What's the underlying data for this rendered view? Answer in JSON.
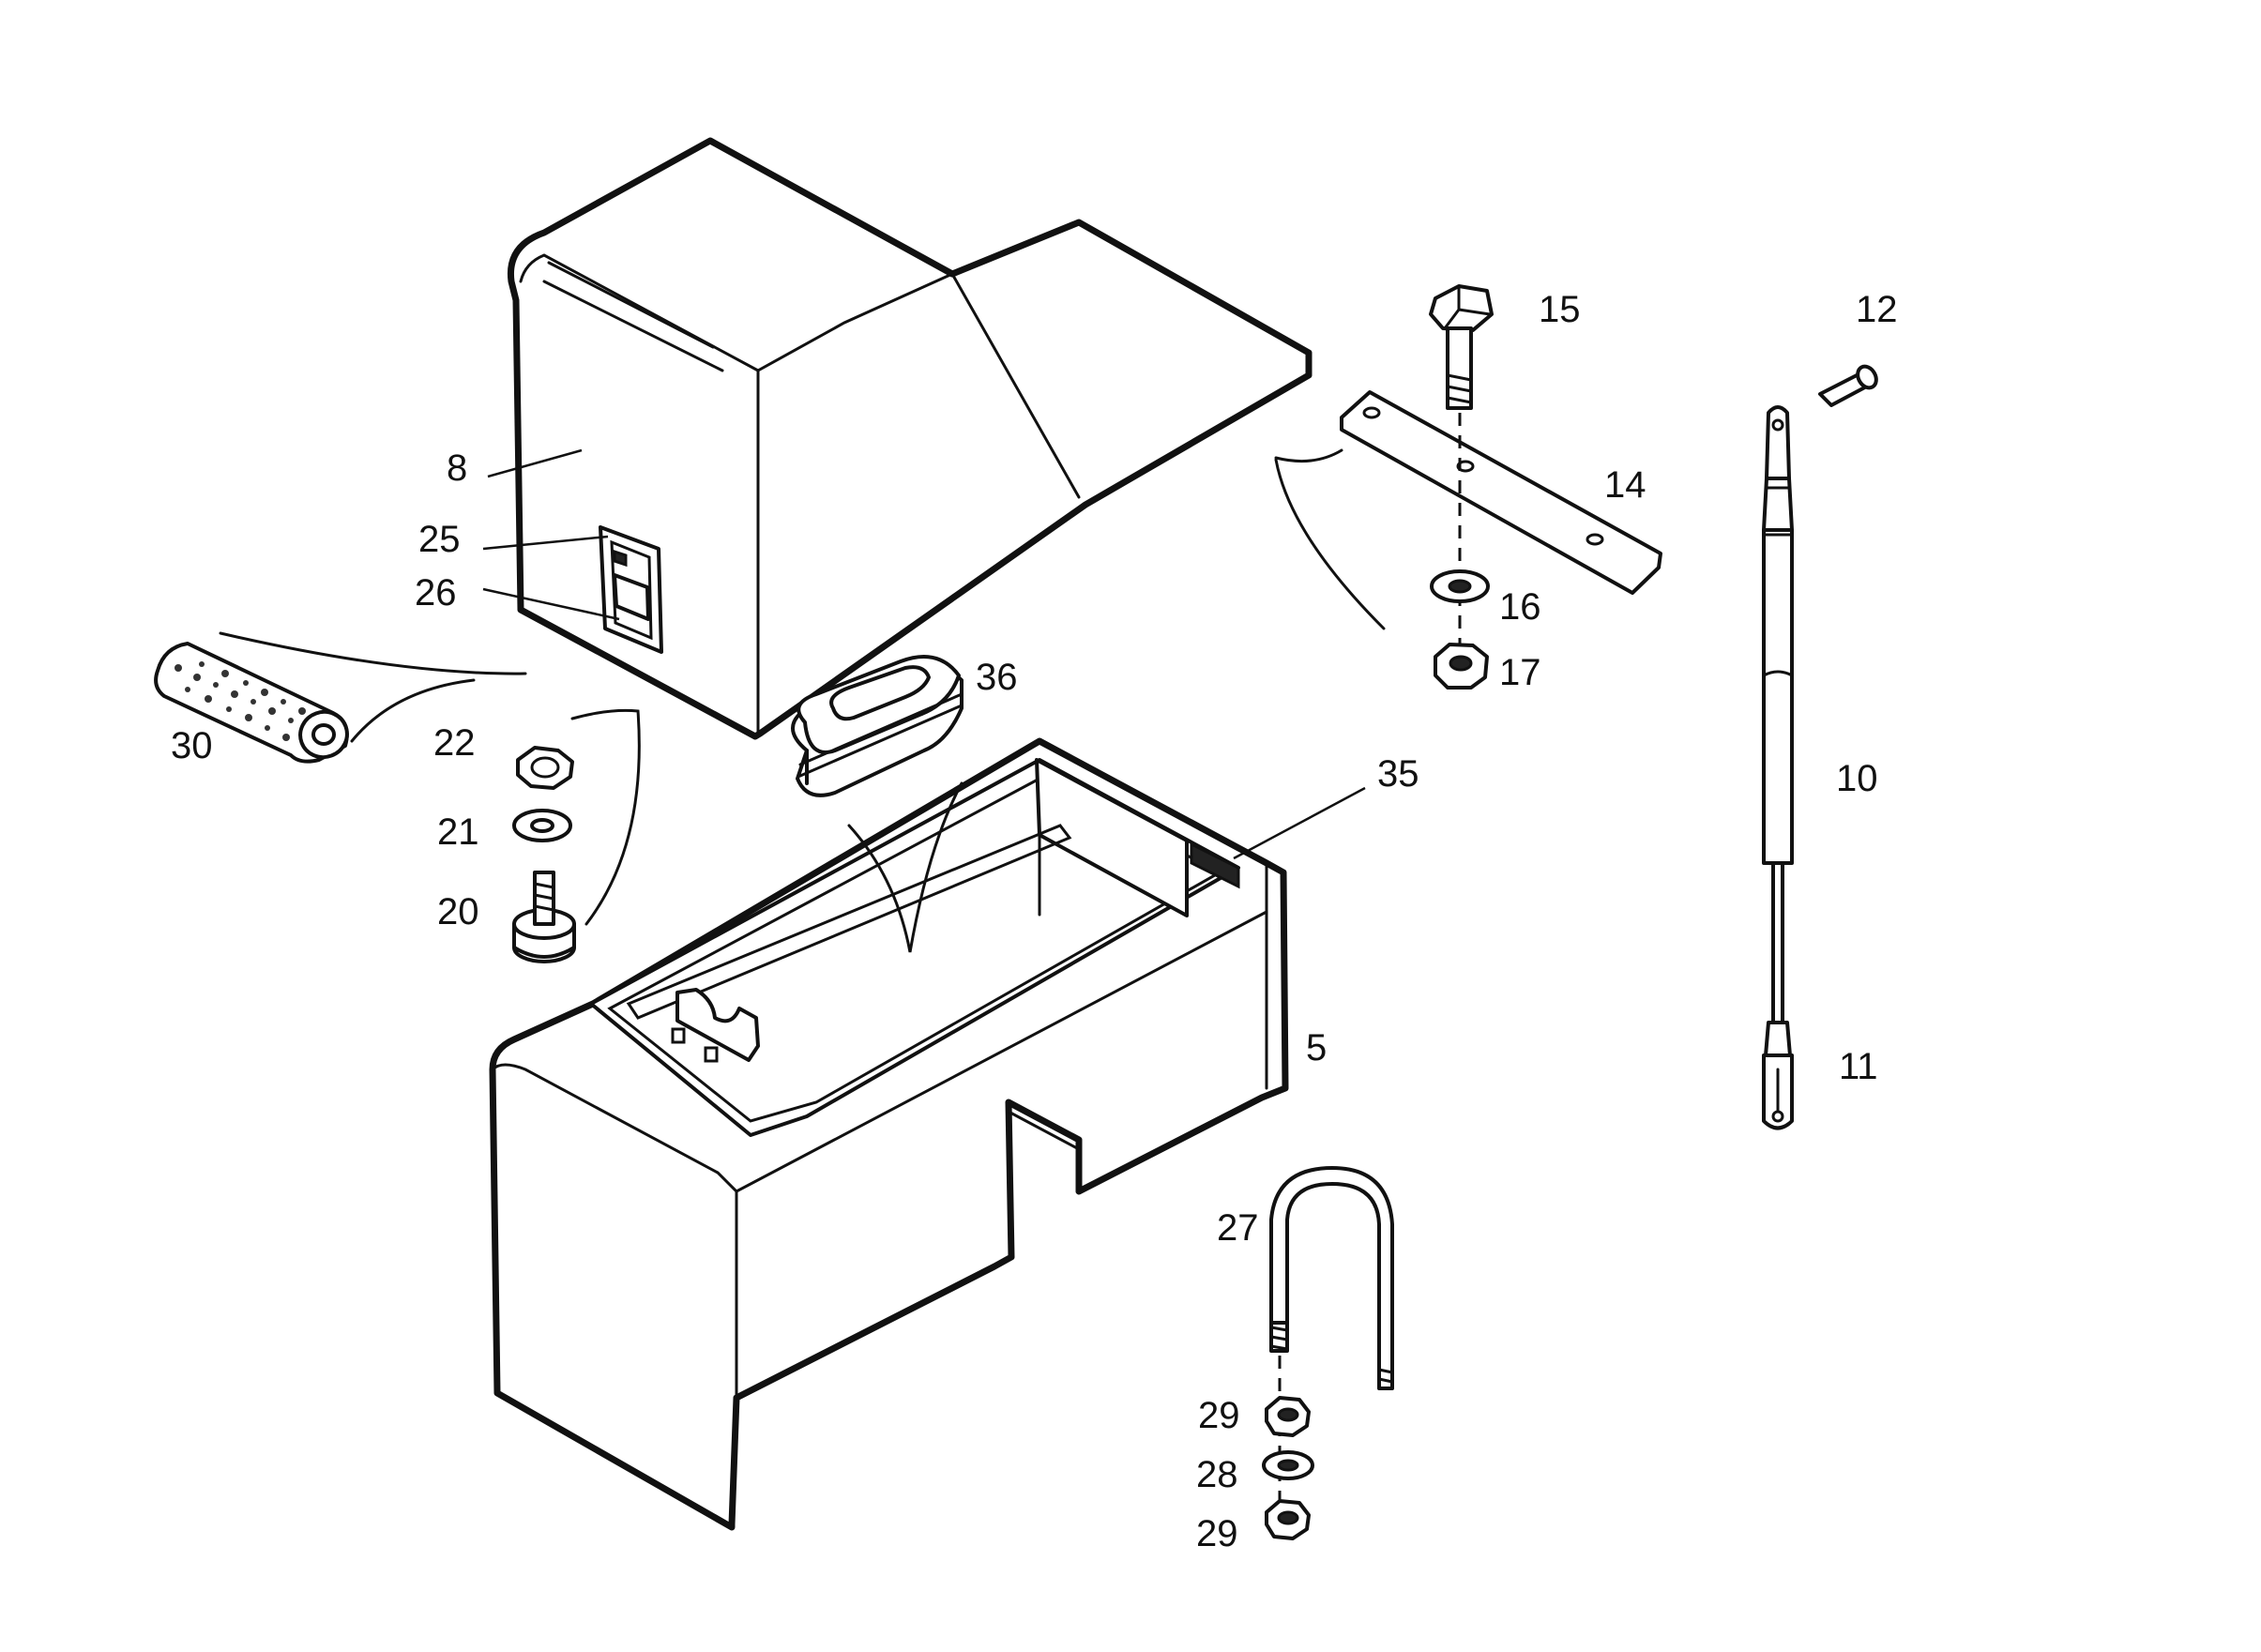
{
  "callouts": {
    "c5": "5",
    "c8": "8",
    "c10": "10",
    "c11": "11",
    "c12": "12",
    "c14": "14",
    "c15": "15",
    "c16": "16",
    "c17": "17",
    "c20": "20",
    "c21": "21",
    "c22": "22",
    "c25": "25",
    "c26": "26",
    "c27": "27",
    "c28": "28",
    "c29_top": "29",
    "c29_bottom": "29",
    "c30": "30",
    "c35": "35",
    "c36": "36"
  },
  "colors": {
    "ink": "#111111",
    "paper": "#ffffff"
  }
}
